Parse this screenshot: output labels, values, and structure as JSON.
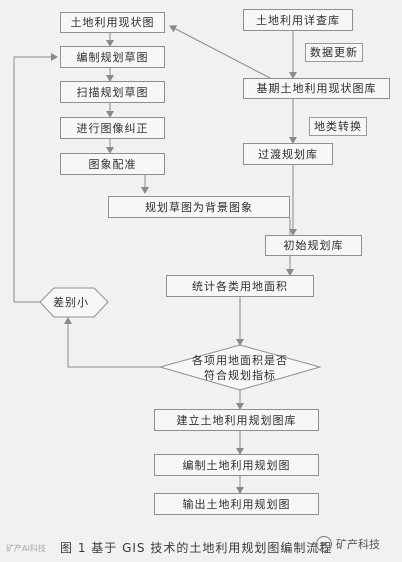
{
  "nodes": {
    "status_map": "土地利用现状图",
    "detail_db": "土地利用详查库",
    "edit_sketch": "编制规划草图",
    "scan_sketch": "扫描规划草图",
    "rectify": "进行图像纠正",
    "register": "图象配准",
    "base_status_db": "基期土地利用现状图库",
    "transition_db": "过渡规划库",
    "background": "规划草图为背景图象",
    "initial_db": "初始规划库",
    "stats": "统计各类用地面积",
    "build_db": "建立土地利用规划图库",
    "make_map": "编制土地利用规划图",
    "output_map": "输出土地利用规划图"
  },
  "labels": {
    "data_update": "数据更新",
    "class_convert": "地类转换",
    "small_diff": "差别小"
  },
  "decision": {
    "line1": "各项用地面积是否",
    "line2": "符合规划指标"
  },
  "caption": "图 1   基于 GIS 技术的土地利用规划图编制流程",
  "watermark": {
    "left": "矿产AI科技",
    "right": "矿产科技"
  },
  "colors": {
    "line": "#8a8a8a",
    "box_border": "#8f8f8f",
    "background": "#f1f1ef"
  }
}
